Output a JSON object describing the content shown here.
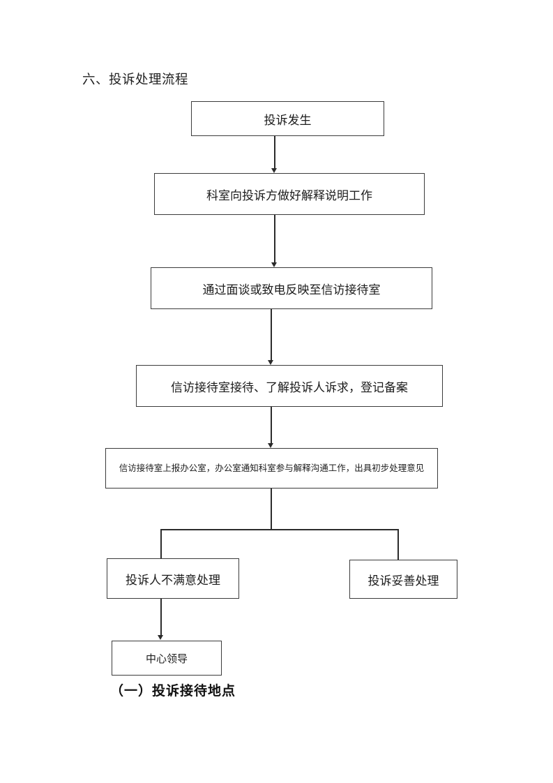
{
  "document": {
    "section_title": "六、投诉处理流程",
    "footer_note": "（一）投诉接待地点"
  },
  "chart_data": {
    "type": "flowchart",
    "title": "六、投诉处理流程",
    "orientation": "top-to-bottom",
    "nodes": [
      {
        "id": "n1",
        "label": "投诉发生",
        "shape": "rectangle"
      },
      {
        "id": "n2",
        "label": "科室向投诉方做好解释说明工作",
        "shape": "rectangle"
      },
      {
        "id": "n3",
        "label": "通过面谈或致电反映至信访接待室",
        "shape": "rectangle"
      },
      {
        "id": "n4",
        "label": "信访接待室接待、了解投诉人诉求，登记备案",
        "shape": "rectangle"
      },
      {
        "id": "n5",
        "label": "信访接待室上报办公室，办公室通知科室参与解释沟通工作，出具初步处理意见",
        "shape": "rectangle"
      },
      {
        "id": "n6",
        "label": "投诉人不满意处理",
        "shape": "rectangle"
      },
      {
        "id": "n7",
        "label": "投诉妥善处理",
        "shape": "rectangle"
      },
      {
        "id": "n8",
        "label": "中心领导",
        "shape": "rectangle"
      }
    ],
    "edges": [
      {
        "from": "n1",
        "to": "n2",
        "arrow": true
      },
      {
        "from": "n2",
        "to": "n3",
        "arrow": true
      },
      {
        "from": "n3",
        "to": "n4",
        "arrow": true
      },
      {
        "from": "n4",
        "to": "n5",
        "arrow": true
      },
      {
        "from": "n5",
        "to": "n6",
        "arrow": false
      },
      {
        "from": "n5",
        "to": "n7",
        "arrow": false
      },
      {
        "from": "n6",
        "to": "n8",
        "arrow": true
      }
    ],
    "colors": {
      "border": "#3b3b3b",
      "connector": "#2b2b2b",
      "background": "#ffffff",
      "text": "#1c1c1c"
    }
  }
}
